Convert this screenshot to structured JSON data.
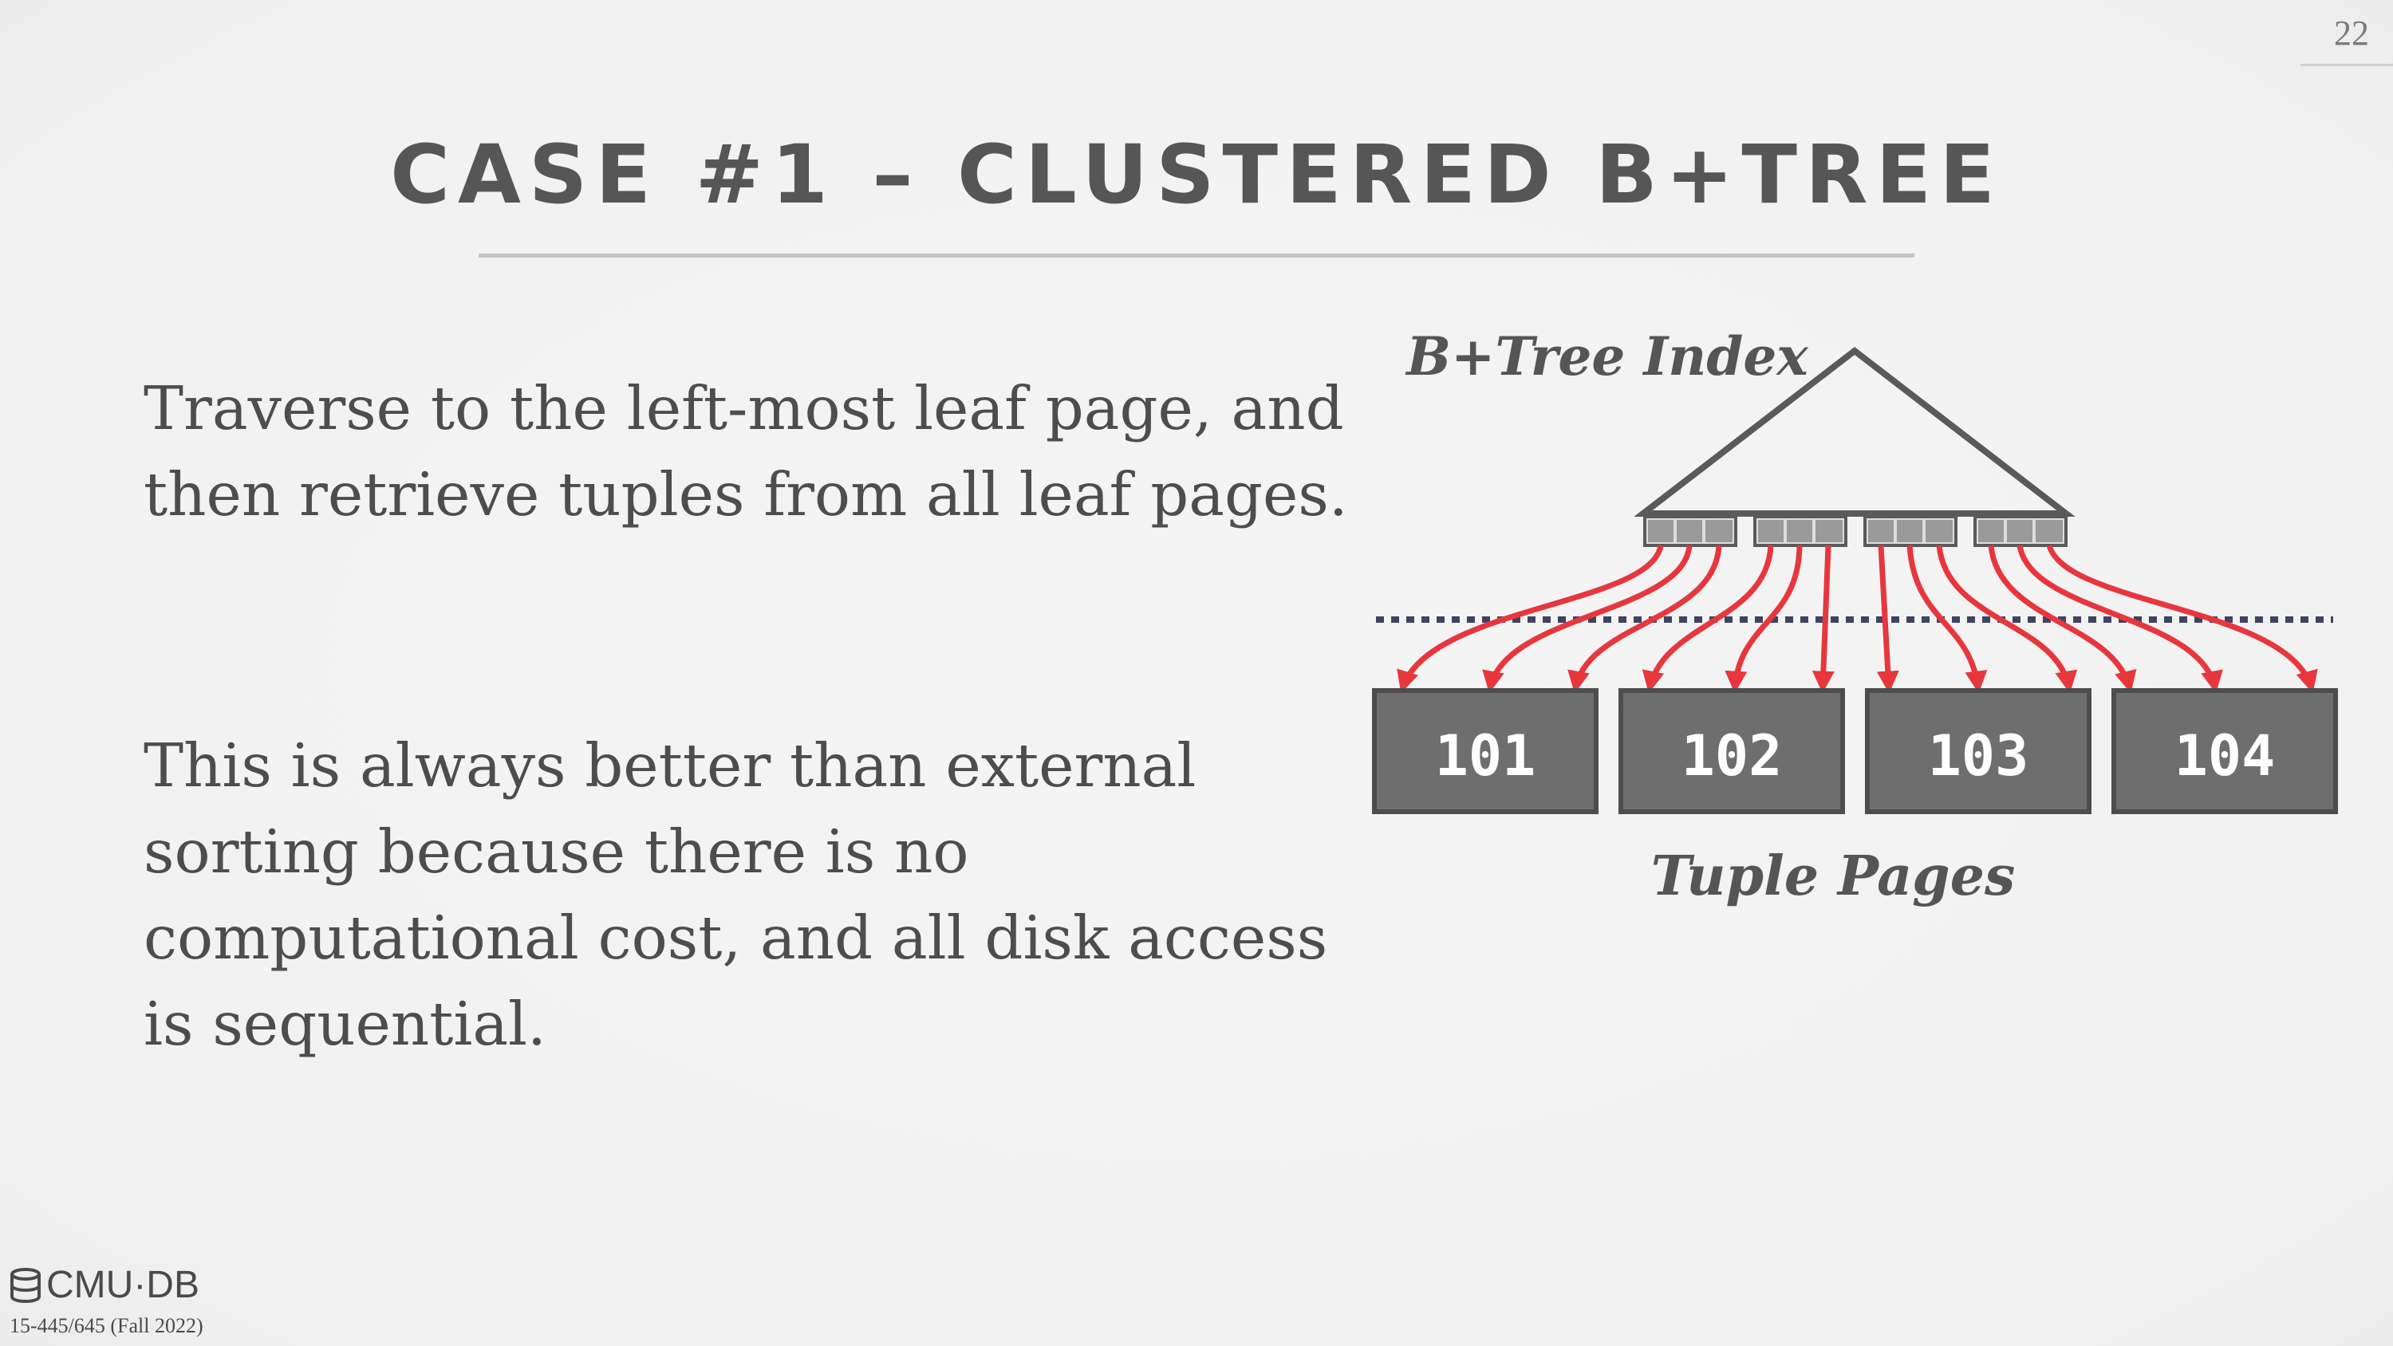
{
  "slide": {
    "page_number": "22",
    "title": "CASE #1 – CLUSTERED B+TREE",
    "paragraphs": [
      "Traverse to the left-most leaf page, and then retrieve tuples from all leaf pages.",
      "This is always better than external sorting because there is no computational cost, and all disk access is sequential."
    ]
  },
  "diagram": {
    "index_label": "B+Tree Index",
    "pages_label": "Tuple Pages",
    "pages": [
      "101",
      "102",
      "103",
      "104"
    ],
    "colors": {
      "arrow": "#e8363d",
      "box_fill": "#6e6e6e",
      "box_stroke": "#4d4d4d",
      "dotted_line": "#3f4262"
    }
  },
  "footer": {
    "logo_text": "CMU·DB",
    "logo_icon": "database-icon",
    "course": "15-445/645 (Fall 2022)"
  }
}
